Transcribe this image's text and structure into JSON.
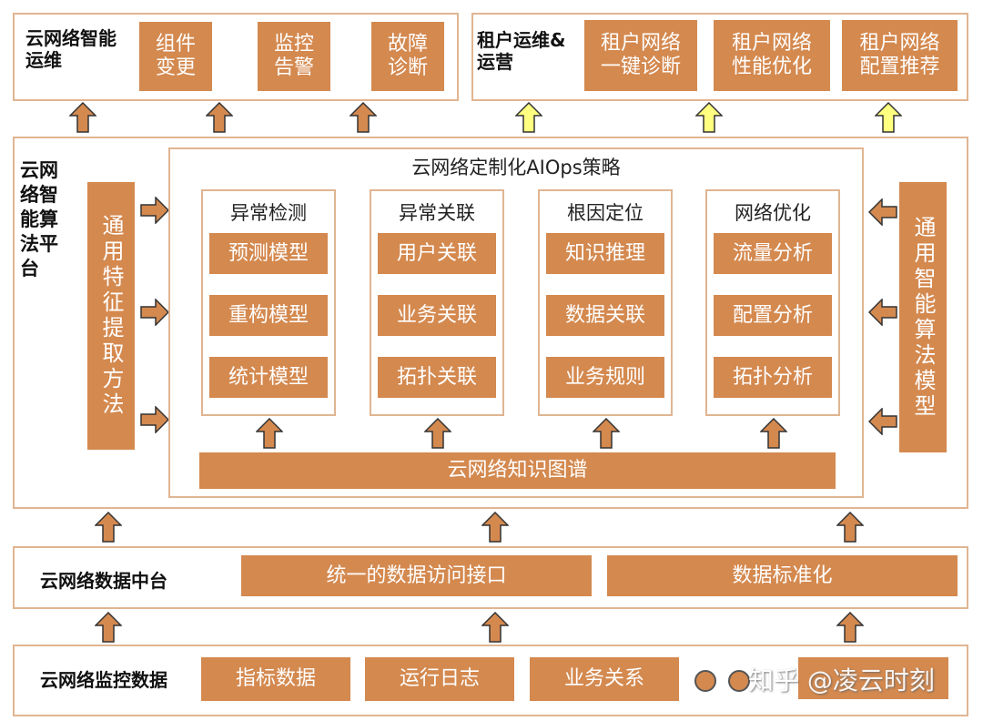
{
  "colors": {
    "box": "#d4894f",
    "border": "#e0b592",
    "arrow": "#d4894f",
    "arrow_yellow": "#ffff80"
  },
  "ops": {
    "title": "云网络智能运维",
    "items": [
      "组件变更",
      "监控告警",
      "故障诊断"
    ]
  },
  "tenant": {
    "title": "租户运维&运营",
    "items": [
      "租户网络一键诊断",
      "租户网络性能优化",
      "租户网络配置推荐"
    ]
  },
  "platform": {
    "title": "云网络智能算法平台",
    "left_method": "通用特征提取方法",
    "right_model": "通用智能算法模型",
    "strategy_title": "云网络定制化AIOps策略",
    "columns": [
      {
        "title": "异常检测",
        "items": [
          "预测模型",
          "重构模型",
          "统计模型"
        ]
      },
      {
        "title": "异常关联",
        "items": [
          "用户关联",
          "业务关联",
          "拓扑关联"
        ]
      },
      {
        "title": "根因定位",
        "items": [
          "知识推理",
          "数据关联",
          "业务规则"
        ]
      },
      {
        "title": "网络优化",
        "items": [
          "流量分析",
          "配置分析",
          "拓扑分析"
        ]
      }
    ],
    "knowledge_graph": "云网络知识图谱"
  },
  "data_platform": {
    "title": "云网络数据中台",
    "items": [
      "统一的数据访问接口",
      "数据标准化"
    ]
  },
  "monitoring": {
    "title": "云网络监控数据",
    "items": [
      "指标数据",
      "运行日志",
      "业务关系"
    ]
  },
  "watermark": "知乎 @凌云时刻"
}
